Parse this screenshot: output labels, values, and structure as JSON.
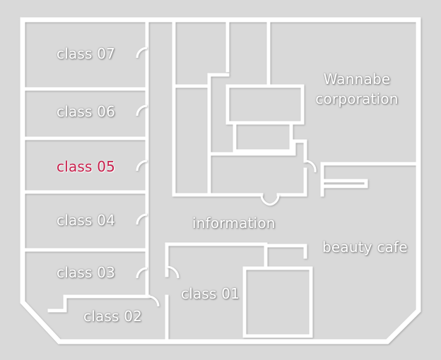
{
  "rooms": {
    "class07": "class 07",
    "class06": "class 06",
    "class05": "class 05",
    "class04": "class 04",
    "class03": "class 03",
    "class02": "class 02",
    "class01": "class 01",
    "information": "information",
    "wannabe_line1": "Wannabe",
    "wannabe_line2": "corporation",
    "beauty_cafe": "beauty cafe"
  },
  "selected_room": "class05",
  "colors": {
    "background": "#d9d9d9",
    "wall": "#ffffff",
    "label": "#ffffff",
    "selected": "#c71f4b"
  }
}
